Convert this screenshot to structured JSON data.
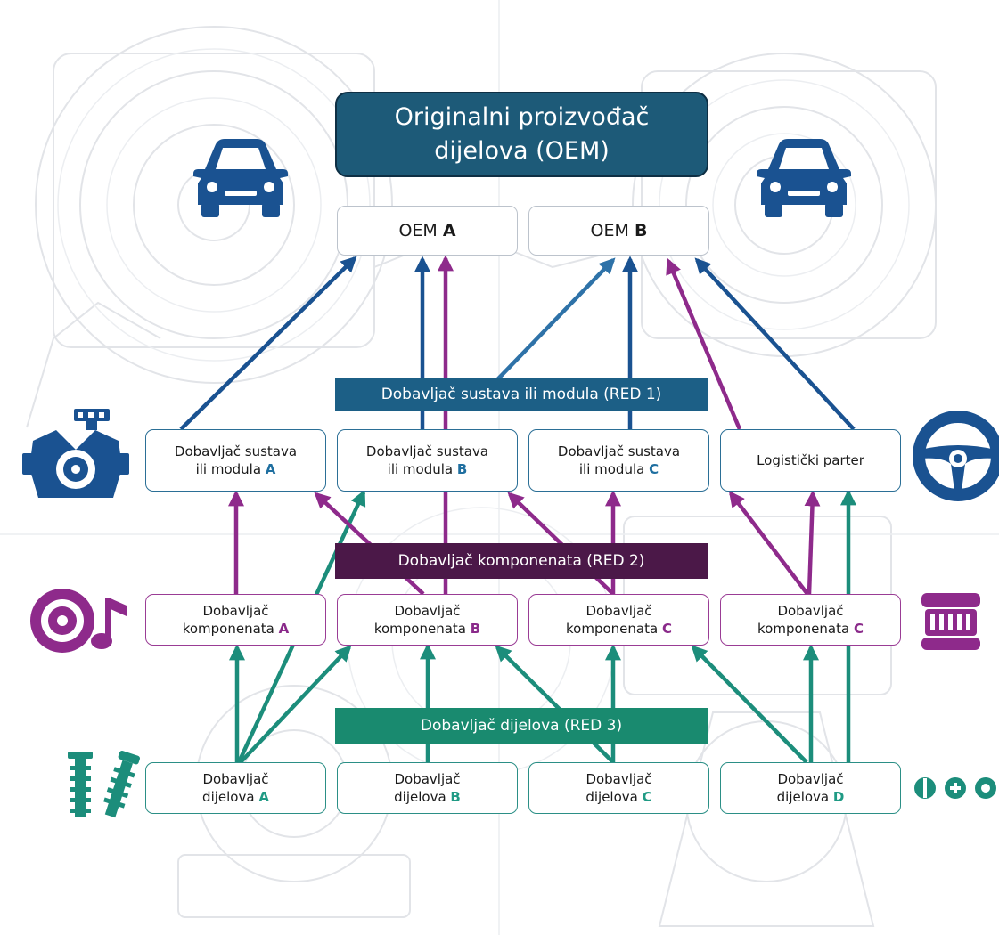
{
  "title": {
    "line1": "Originalni proizvođač",
    "line2": "dijelova (OEM)"
  },
  "oem": [
    {
      "label": "OEM",
      "key": "A"
    },
    {
      "label": "OEM",
      "key": "B"
    }
  ],
  "tier1": {
    "band": "Dobavljač sustava ili modula (RED 1)",
    "boxes": [
      {
        "line1": "Dobavljač sustava",
        "line2": "ili modula",
        "key": "A"
      },
      {
        "line1": "Dobavljač sustava",
        "line2": "ili modula",
        "key": "B"
      },
      {
        "line1": "Dobavljač sustava",
        "line2": "ili modula",
        "key": "C"
      }
    ],
    "logistics": "Logistički parter"
  },
  "tier2": {
    "band": "Dobavljač komponenata (RED 2)",
    "boxes": [
      {
        "line1": "Dobavljač",
        "line2": "komponenata",
        "key": "A"
      },
      {
        "line1": "Dobavljač",
        "line2": "komponenata",
        "key": "B"
      },
      {
        "line1": "Dobavljač",
        "line2": "komponenata",
        "key": "C"
      },
      {
        "line1": "Dobavljač",
        "line2": "komponenata",
        "key": "C"
      }
    ]
  },
  "tier3": {
    "band": "Dobavljač dijelova (RED 3)",
    "boxes": [
      {
        "line1": "Dobavljač",
        "line2": "dijelova",
        "key": "A"
      },
      {
        "line1": "Dobavljač",
        "line2": "dijelova",
        "key": "B"
      },
      {
        "line1": "Dobavljač",
        "line2": "dijelova",
        "key": "C"
      },
      {
        "line1": "Dobavljač",
        "line2": "dijelova",
        "key": "D"
      }
    ]
  },
  "colors": {
    "title_bg": "#1d5a78",
    "tier1": "#1a5291",
    "tier1_light": "#2e72a8",
    "tier2": "#8e2a8b",
    "tier3": "#1c8d7b",
    "band1": "#1c5f86",
    "band2": "#4b1848",
    "band3": "#198a6f"
  },
  "icons": [
    "car-icon",
    "car-icon",
    "engine-icon",
    "steering-wheel-icon",
    "speaker-music-icon",
    "air-filter-icon",
    "screws-icon",
    "fasteners-icon"
  ]
}
